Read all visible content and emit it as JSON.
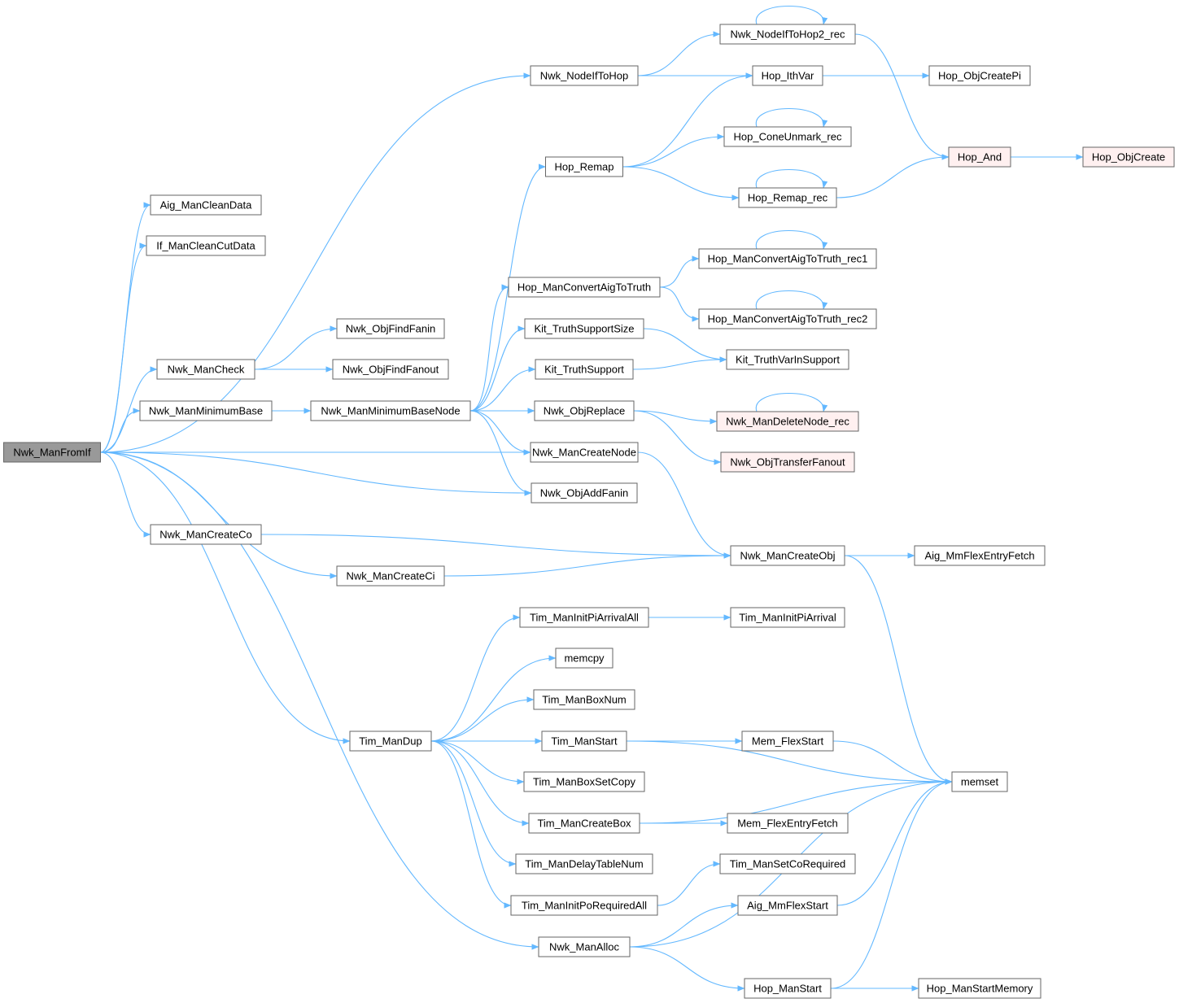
{
  "colors": {
    "edge": "#63b8ff",
    "box_border": "#666666",
    "box_fill": "#ffffff",
    "root_fill": "#999999",
    "highlight_fill": "#fff0f0",
    "highlight_border": "#ff0000"
  },
  "nodes": [
    {
      "id": "n0",
      "label": "Nwk_ManFromIf",
      "style": "root"
    },
    {
      "id": "n1",
      "label": "Aig_ManCleanData",
      "style": "normal"
    },
    {
      "id": "n2",
      "label": "If_ManCleanCutData",
      "style": "normal"
    },
    {
      "id": "n3",
      "label": "Nwk_ManCheck",
      "style": "normal"
    },
    {
      "id": "n4",
      "label": "Nwk_ManMinimumBase",
      "style": "normal"
    },
    {
      "id": "n5",
      "label": "Nwk_ManCreateCo",
      "style": "normal"
    },
    {
      "id": "n6",
      "label": "Nwk_ManCreateCi",
      "style": "normal"
    },
    {
      "id": "n7",
      "label": "Tim_ManDup",
      "style": "normal"
    },
    {
      "id": "n8",
      "label": "Nwk_ObjFindFanin",
      "style": "normal"
    },
    {
      "id": "n9",
      "label": "Nwk_ObjFindFanout",
      "style": "normal"
    },
    {
      "id": "n10",
      "label": "Nwk_ManMinimumBaseNode",
      "style": "normal"
    },
    {
      "id": "n11",
      "label": "Nwk_NodeIfToHop",
      "style": "normal"
    },
    {
      "id": "n12",
      "label": "Hop_Remap",
      "style": "normal"
    },
    {
      "id": "n13",
      "label": "Hop_ManConvertAigToTruth",
      "style": "normal"
    },
    {
      "id": "n14",
      "label": "Kit_TruthSupportSize",
      "style": "normal"
    },
    {
      "id": "n15",
      "label": "Kit_TruthSupport",
      "style": "normal"
    },
    {
      "id": "n16",
      "label": "Nwk_ObjReplace",
      "style": "normal"
    },
    {
      "id": "n17",
      "label": "Nwk_ManCreateNode",
      "style": "normal"
    },
    {
      "id": "n18",
      "label": "Nwk_ObjAddFanin",
      "style": "normal"
    },
    {
      "id": "n19",
      "label": "Tim_ManInitPiArrivalAll",
      "style": "normal"
    },
    {
      "id": "n20",
      "label": "memcpy",
      "style": "normal"
    },
    {
      "id": "n21",
      "label": "Tim_ManBoxNum",
      "style": "normal"
    },
    {
      "id": "n22",
      "label": "Tim_ManStart",
      "style": "normal"
    },
    {
      "id": "n23",
      "label": "Tim_ManBoxSetCopy",
      "style": "normal"
    },
    {
      "id": "n24",
      "label": "Tim_ManCreateBox",
      "style": "normal"
    },
    {
      "id": "n25",
      "label": "Tim_ManDelayTableNum",
      "style": "normal"
    },
    {
      "id": "n26",
      "label": "Tim_ManInitPoRequiredAll",
      "style": "normal"
    },
    {
      "id": "n27",
      "label": "Nwk_ManAlloc",
      "style": "normal"
    },
    {
      "id": "n28",
      "label": "Nwk_NodeIfToHop2_rec",
      "style": "normal"
    },
    {
      "id": "n29",
      "label": "Hop_IthVar",
      "style": "normal"
    },
    {
      "id": "n30",
      "label": "Hop_ConeUnmark_rec",
      "style": "normal"
    },
    {
      "id": "n31",
      "label": "Hop_Remap_rec",
      "style": "normal"
    },
    {
      "id": "n32",
      "label": "Hop_ManConvertAigToTruth_rec1",
      "style": "normal"
    },
    {
      "id": "n33",
      "label": "Hop_ManConvertAigToTruth_rec2",
      "style": "normal"
    },
    {
      "id": "n34",
      "label": "Kit_TruthVarInSupport",
      "style": "normal"
    },
    {
      "id": "n35",
      "label": "Nwk_ManDeleteNode_rec",
      "style": "highlight"
    },
    {
      "id": "n36",
      "label": "Nwk_ObjTransferFanout",
      "style": "highlight"
    },
    {
      "id": "n37",
      "label": "Nwk_ManCreateObj",
      "style": "normal"
    },
    {
      "id": "n38",
      "label": "Tim_ManInitPiArrival",
      "style": "normal"
    },
    {
      "id": "n39",
      "label": "Mem_FlexStart",
      "style": "normal"
    },
    {
      "id": "n40",
      "label": "Mem_FlexEntryFetch",
      "style": "normal"
    },
    {
      "id": "n41",
      "label": "Tim_ManSetCoRequired",
      "style": "normal"
    },
    {
      "id": "n42",
      "label": "Aig_MmFlexStart",
      "style": "normal"
    },
    {
      "id": "n43",
      "label": "Hop_ManStart",
      "style": "normal"
    },
    {
      "id": "n44",
      "label": "Hop_ObjCreatePi",
      "style": "normal"
    },
    {
      "id": "n45",
      "label": "Hop_And",
      "style": "highlight"
    },
    {
      "id": "n46",
      "label": "Aig_MmFlexEntryFetch",
      "style": "normal"
    },
    {
      "id": "n47",
      "label": "memset",
      "style": "normal"
    },
    {
      "id": "n48",
      "label": "Hop_ManStartMemory",
      "style": "normal"
    },
    {
      "id": "n49",
      "label": "Hop_ObjCreate",
      "style": "highlight"
    }
  ],
  "edges": [
    [
      "n0",
      "n1"
    ],
    [
      "n0",
      "n2"
    ],
    [
      "n0",
      "n3"
    ],
    [
      "n0",
      "n4"
    ],
    [
      "n0",
      "n5"
    ],
    [
      "n0",
      "n6"
    ],
    [
      "n0",
      "n7"
    ],
    [
      "n0",
      "n11"
    ],
    [
      "n0",
      "n17"
    ],
    [
      "n0",
      "n18"
    ],
    [
      "n0",
      "n27"
    ],
    [
      "n3",
      "n8"
    ],
    [
      "n3",
      "n9"
    ],
    [
      "n4",
      "n10"
    ],
    [
      "n10",
      "n12"
    ],
    [
      "n10",
      "n13"
    ],
    [
      "n10",
      "n14"
    ],
    [
      "n10",
      "n15"
    ],
    [
      "n10",
      "n16"
    ],
    [
      "n10",
      "n17"
    ],
    [
      "n10",
      "n18"
    ],
    [
      "n11",
      "n28"
    ],
    [
      "n11",
      "n29"
    ],
    [
      "n28",
      "n28"
    ],
    [
      "n28",
      "n45"
    ],
    [
      "n29",
      "n44"
    ],
    [
      "n12",
      "n29"
    ],
    [
      "n12",
      "n30"
    ],
    [
      "n12",
      "n31"
    ],
    [
      "n30",
      "n30"
    ],
    [
      "n31",
      "n31"
    ],
    [
      "n31",
      "n45"
    ],
    [
      "n45",
      "n49"
    ],
    [
      "n13",
      "n32"
    ],
    [
      "n13",
      "n33"
    ],
    [
      "n32",
      "n32"
    ],
    [
      "n33",
      "n33"
    ],
    [
      "n14",
      "n34"
    ],
    [
      "n15",
      "n34"
    ],
    [
      "n16",
      "n35"
    ],
    [
      "n16",
      "n36"
    ],
    [
      "n35",
      "n35"
    ],
    [
      "n17",
      "n37"
    ],
    [
      "n5",
      "n37"
    ],
    [
      "n6",
      "n37"
    ],
    [
      "n37",
      "n46"
    ],
    [
      "n37",
      "n47"
    ],
    [
      "n7",
      "n19"
    ],
    [
      "n7",
      "n20"
    ],
    [
      "n7",
      "n21"
    ],
    [
      "n7",
      "n22"
    ],
    [
      "n7",
      "n23"
    ],
    [
      "n7",
      "n24"
    ],
    [
      "n7",
      "n25"
    ],
    [
      "n7",
      "n26"
    ],
    [
      "n19",
      "n38"
    ],
    [
      "n22",
      "n39"
    ],
    [
      "n22",
      "n47"
    ],
    [
      "n39",
      "n47"
    ],
    [
      "n24",
      "n40"
    ],
    [
      "n24",
      "n47"
    ],
    [
      "n26",
      "n41"
    ],
    [
      "n27",
      "n42"
    ],
    [
      "n27",
      "n43"
    ],
    [
      "n27",
      "n47"
    ],
    [
      "n42",
      "n47"
    ],
    [
      "n43",
      "n48"
    ],
    [
      "n43",
      "n47"
    ]
  ]
}
